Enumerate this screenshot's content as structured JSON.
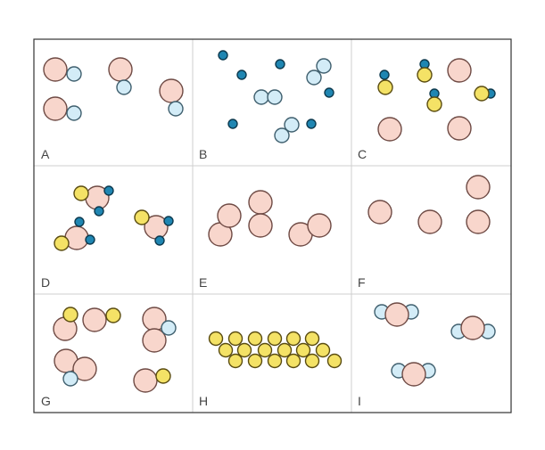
{
  "panels": [
    {
      "label": "A"
    },
    {
      "label": "B"
    },
    {
      "label": "C"
    },
    {
      "label": "D"
    },
    {
      "label": "E"
    },
    {
      "label": "F"
    },
    {
      "label": "G"
    },
    {
      "label": "H"
    },
    {
      "label": "I"
    }
  ],
  "colors": {
    "large_pink": "#f8d6cc",
    "light_blue": "#d3ecf7",
    "dark_blue": "#1f86b2",
    "yellow": "#f4e266",
    "grid": "#cfcfcf",
    "border": "#333333"
  }
}
